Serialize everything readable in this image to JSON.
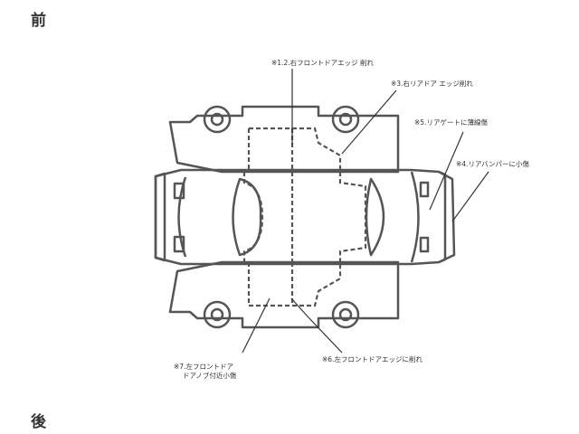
{
  "labels": {
    "front": "前",
    "rear": "後"
  },
  "annotations": [
    {
      "id": "a1",
      "text": "※1.2.右フロントドアエッジ 削れ"
    },
    {
      "id": "a3",
      "text": "※3.右リアドア エッジ削れ"
    },
    {
      "id": "a5",
      "text": "※5.リアゲートに薄線傷"
    },
    {
      "id": "a4",
      "text": "※4.リアバンパーに小傷"
    },
    {
      "id": "a6",
      "text": "※6.左フロントドアエッジに削れ"
    },
    {
      "id": "a7a",
      "text": "※7.左フロントドア"
    },
    {
      "id": "a7b",
      "text": "ドアノブ付近小傷"
    }
  ],
  "colors": {
    "outline": "#555555",
    "leader": "#333333"
  }
}
